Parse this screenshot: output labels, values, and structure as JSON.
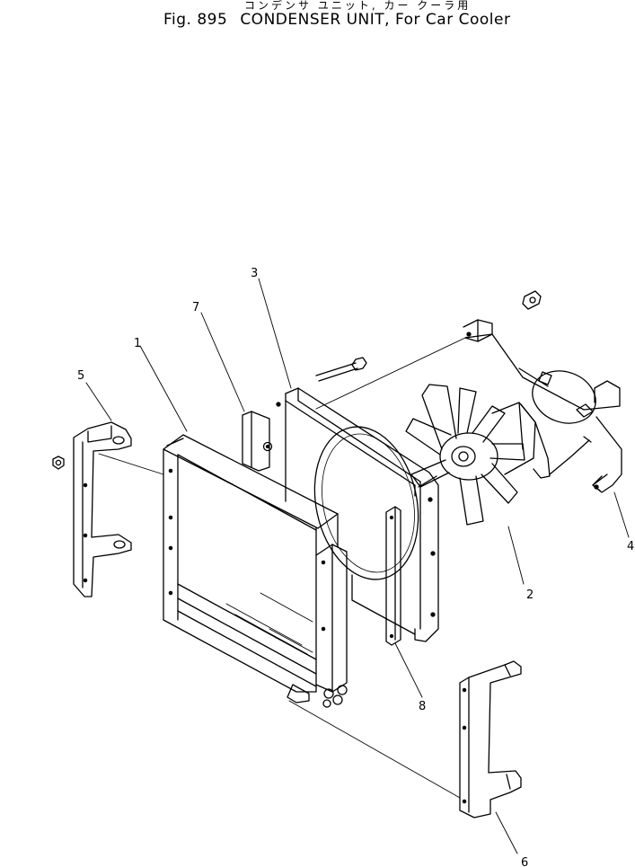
{
  "title": {
    "japanese": "コンデンサ ユニット, カー クーラ用",
    "fig_label": "Fig. 895",
    "english": "CONDENSER UNIT, For Car Cooler"
  },
  "callouts": [
    "1",
    "2",
    "3",
    "4",
    "5",
    "6",
    "7",
    "8"
  ],
  "colors": {
    "ink": "#000000",
    "paper": "#ffffff"
  }
}
